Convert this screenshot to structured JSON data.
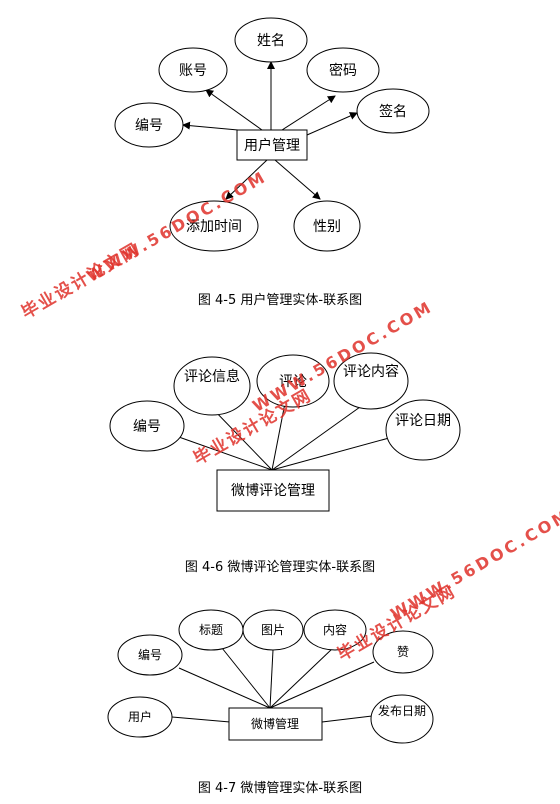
{
  "diagrams": [
    {
      "caption": "图 4-5 用户管理实体-联系图",
      "entity": "用户管理",
      "attributes": [
        "姓名",
        "账号",
        "密码",
        "编号",
        "签名",
        "添加时间",
        "性别"
      ]
    },
    {
      "caption": "图 4-6 微博评论管理实体-联系图",
      "entity": "微博评论管理",
      "attributes": [
        "评论信息",
        "评论",
        "评论内容",
        "编号",
        "评论日期"
      ]
    },
    {
      "caption": "图 4-7 微博管理实体-联系图",
      "entity": "微博管理",
      "attributes": [
        "标题",
        "图片",
        "内容",
        "编号",
        "赞",
        "用户",
        "发布日期"
      ]
    }
  ],
  "watermarks": {
    "cn": "毕业设计论文网",
    "en": "WWW.56DOC.COM"
  },
  "colors": {
    "line": "#000000",
    "watermark": "#e0322b"
  }
}
